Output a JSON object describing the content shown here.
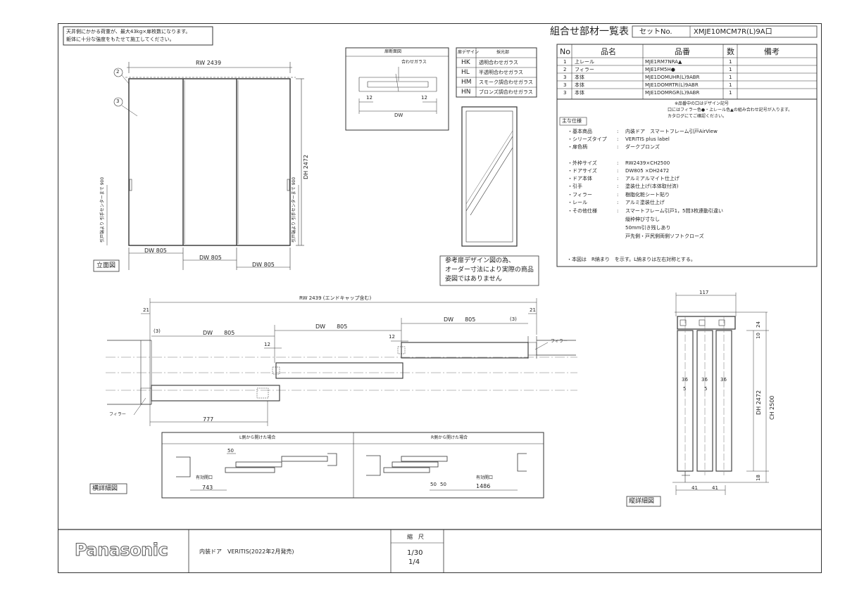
{
  "notice": {
    "line1": "天井側にかかる荷重が、最大43kg×扉枚数になります。",
    "line2": "躯体に十分な強度をもたせて施工してください。"
  },
  "header": {
    "title": "組合せ部材一覧表",
    "set_label": "セットNo.",
    "set_no": "XMJE10MCM7R(L)9A口"
  },
  "parts_table": {
    "headers": [
      "No",
      "品名",
      "品番",
      "数",
      "備考"
    ],
    "rows": [
      {
        "no": "1",
        "name": "上レール",
        "code": "MJE1RM7NRA▲",
        "qty": "1"
      },
      {
        "no": "2",
        "name": "フィラー",
        "code": "MJE1FM5H●",
        "qty": "1"
      },
      {
        "no": "3",
        "name": "本体",
        "code": "MJE1DOMUHR(L)9ABR",
        "qty": "1"
      },
      {
        "no": "3",
        "name": "本体",
        "code": "MJE1DOMRTR(L)9ABR",
        "qty": "1"
      },
      {
        "no": "3",
        "name": "本体",
        "code": "MJE1DOMRGR(L)9ABR",
        "qty": "1"
      }
    ],
    "notes": [
      "※品番中の口はデザイン記号",
      "口にはフィラー色●・上レール色▲の組み合わせ記号が入ります。",
      "カタログにてご確認ください。"
    ]
  },
  "spec": {
    "heading": "主な仕様",
    "rows": [
      {
        "k": "・基本商品",
        "v": "内装ドア　スマートフレーム引戸AirView"
      },
      {
        "k": "・シリーズタイプ",
        "v": "VERITIS plus label"
      },
      {
        "k": "・扉色柄",
        "v": "ダークブロンズ"
      },
      {
        "k": "・外枠サイズ",
        "v": "RW2439×CH2500"
      },
      {
        "k": "・ドアサイズ",
        "v": "DW805 ×DH2472"
      },
      {
        "k": "・ドア本体",
        "v": "アルミアルマイト仕上げ"
      },
      {
        "k": "・引手",
        "v": "塗装仕上げ(本体取付済)"
      },
      {
        "k": "・フィラー",
        "v": "樹脂化粧シート貼り"
      },
      {
        "k": "・レール",
        "v": "アルミ塗装仕上げ"
      },
      {
        "k": "・その他仕様",
        "v": "スマートフレーム引戸1，5間3枚連動引違い"
      }
    ],
    "extra": [
      "縦枠伸び寸なし",
      "50mm引き残しあり",
      "戸先側・戸尻側両側ソフトクローズ"
    ],
    "footnote": "・本図は　R納まり　を示す。L納まりは左右対称とする。"
  },
  "glass_table": {
    "section_title": "扉断面図",
    "glass_label": "合わせガラス",
    "dim_12a": "12",
    "dim_12b": "12",
    "dim_dw": "DW",
    "col_design": "扉デザイン",
    "col_light": "採光部",
    "rows": [
      {
        "code": "HK",
        "desc": "透明合わせガラス"
      },
      {
        "code": "HL",
        "desc": "半透明合わせガラス"
      },
      {
        "code": "HM",
        "desc": "スモーク調合わせガラス"
      },
      {
        "code": "HN",
        "desc": "ブロンズ調合わせガラス"
      }
    ]
  },
  "ref_note": {
    "line1": "参考扉デザイン図の為、",
    "line2": "オーダー寸法により実際の商品",
    "line3": "姿図ではありません"
  },
  "elevation": {
    "label": "立面図",
    "rw": "RW 2439",
    "dh": "DH 2472",
    "callout2": "2",
    "callout3": "3",
    "dw1": "DW 805",
    "dw2": "DW 805",
    "dw3": "DW 805",
    "handle_left": "引戸端より 引手センターまで 900",
    "handle_right": "引戸端より 引手センターまで 900"
  },
  "horizontal": {
    "label": "横詳細図",
    "rw": "RW 2439 (エンドキャップ含む)",
    "dim21a": "21",
    "dim21b": "21",
    "p3a": "(3)",
    "p3b": "(3)",
    "dw1": "DW　　805",
    "dw2": "DW　　805",
    "dw3": "DW　　805",
    "dim12a": "12",
    "dim12b": "12",
    "filler_l": "フィラー",
    "filler_r": "フィラー",
    "dim777": "777"
  },
  "open_detail": {
    "left_title": "L側から開けた場合",
    "right_title": "R側から開けた場合",
    "d50": "50",
    "opening_label_l": "有効開口",
    "opening_l": "743",
    "d50a": "50",
    "d50b": "50",
    "opening_label_r": "有効開口",
    "opening_r": "1486"
  },
  "vertical": {
    "label": "縦詳細図",
    "d117": "117",
    "d24": "24",
    "d10": "10",
    "d36a": "36",
    "d36b": "36",
    "d36c": "36",
    "d5a": "5",
    "d5b": "5",
    "dh": "DH 2472",
    "ch": "CH 2500",
    "d18": "18",
    "d41a": "41",
    "d41b": "41"
  },
  "title_block": {
    "brand": "Panasonic",
    "product": "内装ドア　VERITIS(2022年2月発売)",
    "scale_label": "縮　尺",
    "scale1": "1/30",
    "scale2": "1/4"
  },
  "colors": {
    "line": "#333333",
    "door": "#ffffff",
    "center": "#777777"
  }
}
